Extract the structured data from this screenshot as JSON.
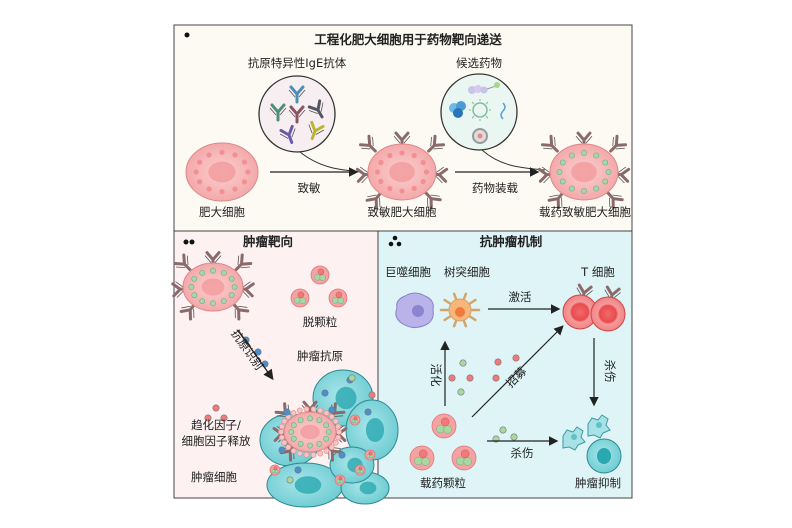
{
  "panel_a": {
    "marker": "•",
    "title": "工程化肥大细胞用于药物靶向递送",
    "antibody_label": "抗原特异性IgE抗体",
    "drug_label": "候选药物",
    "cell1_label": "肥大细胞",
    "step1_label": "致敏",
    "cell2_label": "致敏肥大细胞",
    "step2_label": "药物装载",
    "cell3_label": "载药致敏肥大细胞"
  },
  "panel_b": {
    "marker": "••",
    "title": "肿瘤靶向",
    "degranulation_label": "脱颗粒",
    "recognition_label": "抗原识别",
    "tumor_antigen_label": "肿瘤抗原",
    "cytokine_label_line1": "趋化因子/",
    "cytokine_label_line2": "细胞因子释放",
    "tumor_cell_label": "肿瘤细胞"
  },
  "panel_c": {
    "marker": "∴",
    "title": "抗肿瘤机制",
    "macrophage_label": "巨噬细胞",
    "dendritic_label": "树突细胞",
    "tcell_label": "T 细胞",
    "activate_label": "激活",
    "activation_label": "活化",
    "recruit_label": "招募",
    "kill_label_vertical": "杀伤",
    "kill_label": "杀伤",
    "particle_label": "载药颗粒",
    "inhibition_label": "肿瘤抑制"
  },
  "colors": {
    "panel_a_bg": "#fcfaf3",
    "panel_b_bg": "#fdf1f2",
    "panel_c_bg": "#def4f6",
    "mast_cell": "#f6b3b3",
    "tumor_cell": "#7fd3d8",
    "granule_green": "#a8d8a0",
    "granule_red": "#f07a7a",
    "antigen_blue": "#4a8fd0"
  }
}
